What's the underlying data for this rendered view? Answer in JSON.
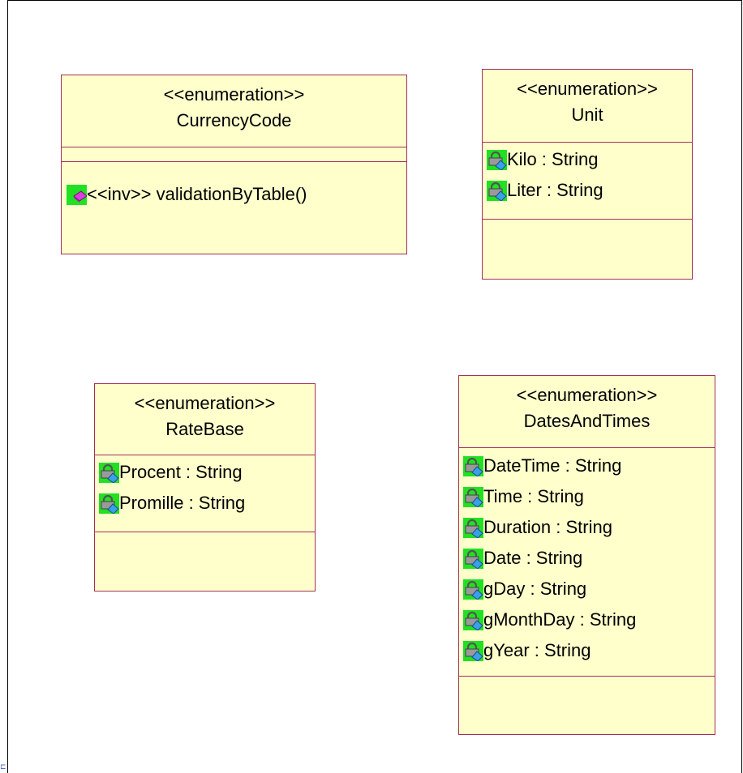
{
  "classes": {
    "currency": {
      "stereotype": "<<enumeration>>",
      "name": "CurrencyCode",
      "operations": [
        "<<inv>> validationByTable()"
      ]
    },
    "unit": {
      "stereotype": "<<enumeration>>",
      "name": "Unit",
      "attributes": [
        "Kilo : String",
        "Liter : String"
      ]
    },
    "ratebase": {
      "stereotype": "<<enumeration>>",
      "name": "RateBase",
      "attributes": [
        "Procent : String",
        "Promille : String"
      ]
    },
    "dates": {
      "stereotype": "<<enumeration>>",
      "name": "DatesAndTimes",
      "attributes": [
        "DateTime : String",
        "Time : String",
        "Duration : String",
        "Date : String",
        "gDay : String",
        "gMonthDay : String",
        "gYear : String"
      ]
    }
  },
  "icons": {
    "attribute": "locked-attribute-icon",
    "operation": "operation-icon",
    "icon_background": "#22e022",
    "class_fill": "#ffffcc",
    "class_border": "#a0305a"
  }
}
